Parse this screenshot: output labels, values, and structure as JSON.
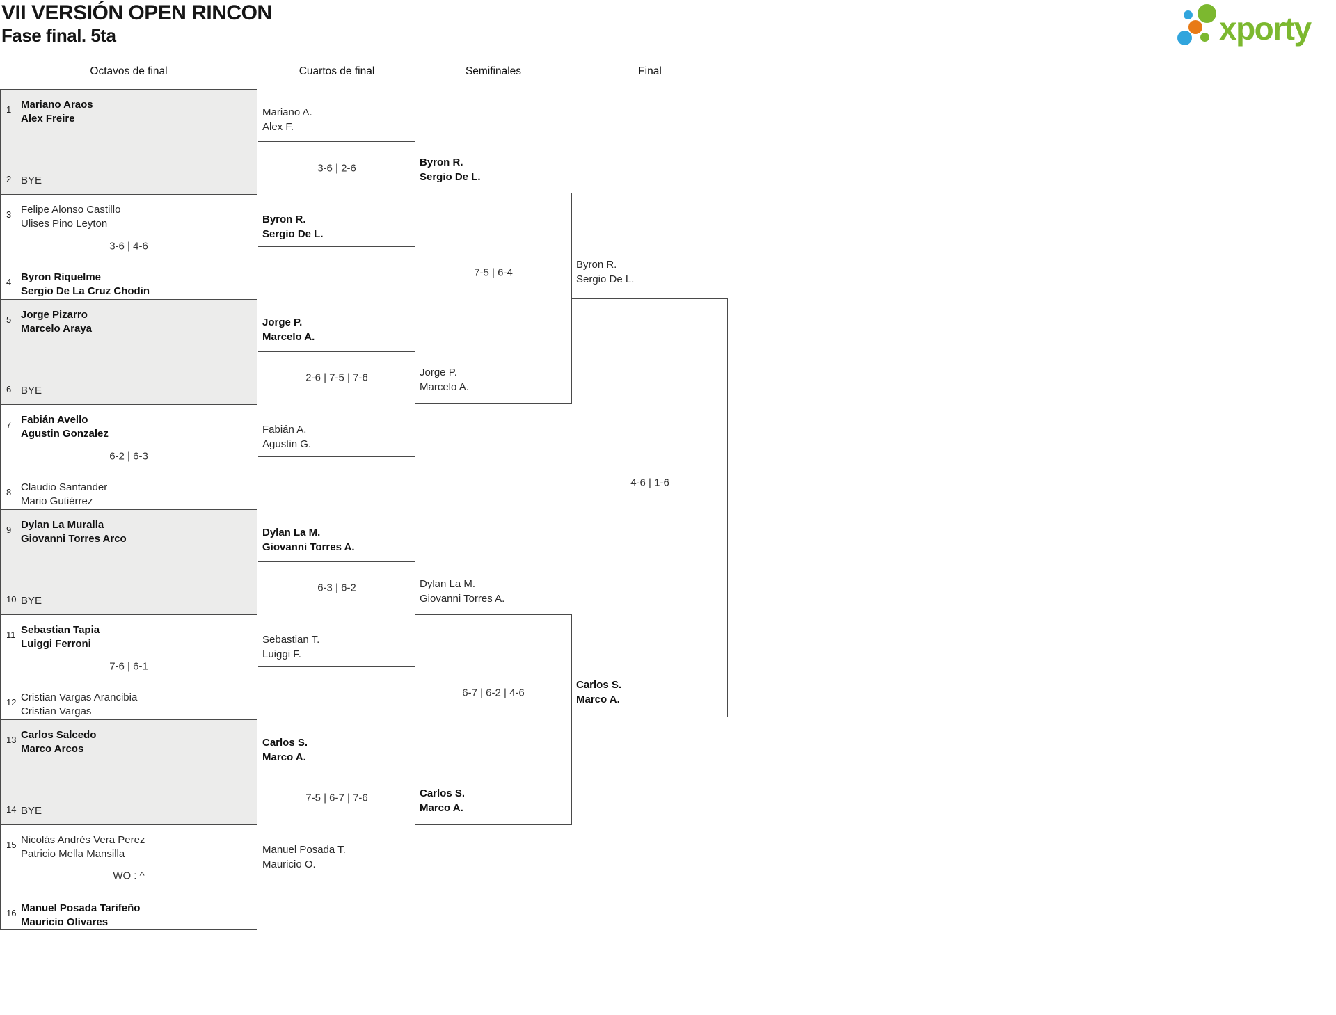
{
  "title": {
    "line1": "VII VERSIÓN OPEN RINCON",
    "line2": "Fase final. 5ta"
  },
  "logo": {
    "brand": "xporty",
    "green": "#7cb82f",
    "blue": "#31a5dd",
    "orange": "#e87a16"
  },
  "round_headers": [
    "Octavos de final",
    "Cuartos de final",
    "Semifinales",
    "Final"
  ],
  "r16": [
    {
      "seed_top": "1",
      "team_top": [
        "Mariano Araos",
        "Alex Freire"
      ],
      "seed_bottom": "2",
      "team_bottom": [
        "BYE"
      ],
      "score": ""
    },
    {
      "seed_top": "3",
      "team_top": [
        "Felipe Alonso Castillo",
        "Ulises Pino Leyton"
      ],
      "seed_bottom": "4",
      "team_bottom": [
        "Byron Riquelme",
        "Sergio De La Cruz Chodin"
      ],
      "score": "3-6 | 4-6"
    },
    {
      "seed_top": "5",
      "team_top": [
        "Jorge Pizarro",
        "Marcelo Araya"
      ],
      "seed_bottom": "6",
      "team_bottom": [
        "BYE"
      ],
      "score": ""
    },
    {
      "seed_top": "7",
      "team_top": [
        "Fabián Avello",
        "Agustin Gonzalez"
      ],
      "seed_bottom": "8",
      "team_bottom": [
        "Claudio Santander",
        "Mario Gutiérrez"
      ],
      "score": "6-2 | 6-3"
    },
    {
      "seed_top": "9",
      "team_top": [
        "Dylan La Muralla",
        "Giovanni Torres Arco"
      ],
      "seed_bottom": "10",
      "team_bottom": [
        "BYE"
      ],
      "score": ""
    },
    {
      "seed_top": "11",
      "team_top": [
        "Sebastian Tapia",
        "Luiggi Ferroni"
      ],
      "seed_bottom": "12",
      "team_bottom": [
        "Cristian Vargas Arancibia",
        "Cristian Vargas"
      ],
      "score": "7-6 | 6-1"
    },
    {
      "seed_top": "13",
      "team_top": [
        "Carlos Salcedo",
        "Marco Arcos"
      ],
      "seed_bottom": "14",
      "team_bottom": [
        "BYE"
      ],
      "score": ""
    },
    {
      "seed_top": "15",
      "team_top": [
        "Nicolás Andrés Vera Perez",
        "Patricio Mella Mansilla"
      ],
      "seed_bottom": "16",
      "team_bottom": [
        "Manuel Posada Tarifeño",
        "Mauricio Olivares"
      ],
      "score": "WO : ^"
    }
  ],
  "qf": [
    {
      "team_top": [
        "Mariano A.",
        "Alex F."
      ],
      "team_bottom": [
        "Byron R.",
        "Sergio De L."
      ],
      "score": "3-6 | 2-6"
    },
    {
      "team_top": [
        "Jorge P.",
        "Marcelo A."
      ],
      "team_bottom": [
        "Fabián A.",
        "Agustin G."
      ],
      "score": "2-6 | 7-5 | 7-6"
    },
    {
      "team_top": [
        "Dylan La M.",
        "Giovanni Torres A."
      ],
      "team_bottom": [
        "Sebastian T.",
        "Luiggi F."
      ],
      "score": "6-3 | 6-2"
    },
    {
      "team_top": [
        "Carlos S.",
        "Marco A."
      ],
      "team_bottom": [
        "Manuel Posada T.",
        "Mauricio O."
      ],
      "score": "7-5 | 6-7 | 7-6"
    }
  ],
  "sf": [
    {
      "team_top": [
        "Byron R.",
        "Sergio De L."
      ],
      "team_bottom": [
        "Jorge P.",
        "Marcelo A."
      ],
      "score": "7-5 | 6-4"
    },
    {
      "team_top": [
        "Dylan La M.",
        "Giovanni Torres A."
      ],
      "team_bottom": [
        "Carlos S.",
        "Marco A."
      ],
      "score": "6-7 | 6-2 | 4-6"
    }
  ],
  "final": {
    "team_top": [
      "Byron R.",
      "Sergio De L."
    ],
    "team_bottom": [
      "Carlos S.",
      "Marco A."
    ],
    "score": "4-6 | 1-6"
  }
}
